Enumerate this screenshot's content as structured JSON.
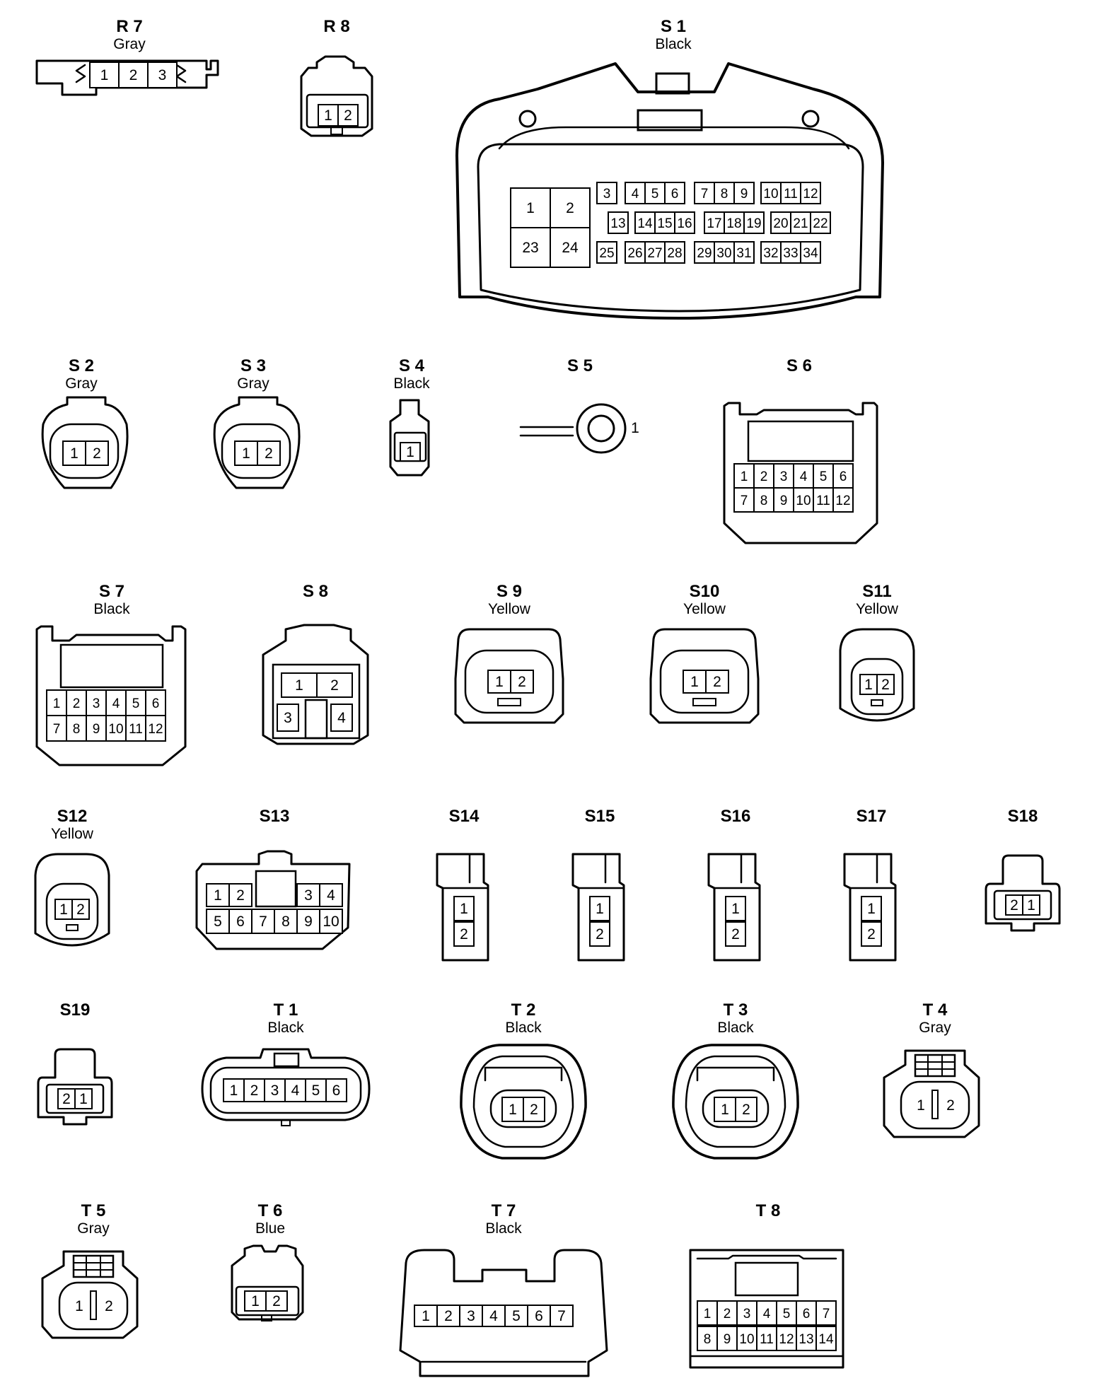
{
  "connectors": {
    "R7": {
      "id": "R 7",
      "color": "Gray",
      "pins": [
        "1",
        "2",
        "3"
      ]
    },
    "R8": {
      "id": "R 8",
      "color": "",
      "pins": [
        "1",
        "2"
      ]
    },
    "S1": {
      "id": "S 1",
      "color": "Black",
      "pins": [
        "1",
        "2",
        "3",
        "4",
        "5",
        "6",
        "7",
        "8",
        "9",
        "10",
        "11",
        "12",
        "13",
        "14",
        "15",
        "16",
        "17",
        "18",
        "19",
        "20",
        "21",
        "22",
        "23",
        "24",
        "25",
        "26",
        "27",
        "28",
        "29",
        "30",
        "31",
        "32",
        "33",
        "34"
      ]
    },
    "S2": {
      "id": "S 2",
      "color": "Gray",
      "pins": [
        "1",
        "2"
      ]
    },
    "S3": {
      "id": "S 3",
      "color": "Gray",
      "pins": [
        "1",
        "2"
      ]
    },
    "S4": {
      "id": "S 4",
      "color": "Black",
      "pins": [
        "1"
      ]
    },
    "S5": {
      "id": "S 5",
      "color": "",
      "pins": [
        "1"
      ]
    },
    "S6": {
      "id": "S 6",
      "color": "",
      "pins": [
        "1",
        "2",
        "3",
        "4",
        "5",
        "6",
        "7",
        "8",
        "9",
        "10",
        "11",
        "12"
      ]
    },
    "S7": {
      "id": "S 7",
      "color": "Black",
      "pins": [
        "1",
        "2",
        "3",
        "4",
        "5",
        "6",
        "7",
        "8",
        "9",
        "10",
        "11",
        "12"
      ]
    },
    "S8": {
      "id": "S 8",
      "color": "",
      "pins": [
        "1",
        "2",
        "3",
        "4"
      ]
    },
    "S9": {
      "id": "S 9",
      "color": "Yellow",
      "pins": [
        "1",
        "2"
      ]
    },
    "S10": {
      "id": "S10",
      "color": "Yellow",
      "pins": [
        "1",
        "2"
      ]
    },
    "S11": {
      "id": "S11",
      "color": "Yellow",
      "pins": [
        "1",
        "2"
      ]
    },
    "S12": {
      "id": "S12",
      "color": "Yellow",
      "pins": [
        "1",
        "2"
      ]
    },
    "S13": {
      "id": "S13",
      "color": "",
      "pins": [
        "1",
        "2",
        "3",
        "4",
        "5",
        "6",
        "7",
        "8",
        "9",
        "10"
      ]
    },
    "S14": {
      "id": "S14",
      "color": "",
      "pins": [
        "1",
        "2"
      ]
    },
    "S15": {
      "id": "S15",
      "color": "",
      "pins": [
        "1",
        "2"
      ]
    },
    "S16": {
      "id": "S16",
      "color": "",
      "pins": [
        "1",
        "2"
      ]
    },
    "S17": {
      "id": "S17",
      "color": "",
      "pins": [
        "1",
        "2"
      ]
    },
    "S18": {
      "id": "S18",
      "color": "",
      "pins": [
        "2",
        "1"
      ]
    },
    "S19": {
      "id": "S19",
      "color": "",
      "pins": [
        "2",
        "1"
      ]
    },
    "T1": {
      "id": "T 1",
      "color": "Black",
      "pins": [
        "1",
        "2",
        "3",
        "4",
        "5",
        "6"
      ]
    },
    "T2": {
      "id": "T 2",
      "color": "Black",
      "pins": [
        "1",
        "2"
      ]
    },
    "T3": {
      "id": "T 3",
      "color": "Black",
      "pins": [
        "1",
        "2"
      ]
    },
    "T4": {
      "id": "T 4",
      "color": "Gray",
      "pins": [
        "1",
        "2"
      ]
    },
    "T5": {
      "id": "T 5",
      "color": "Gray",
      "pins": [
        "1",
        "2"
      ]
    },
    "T6": {
      "id": "T 6",
      "color": "Blue",
      "pins": [
        "1",
        "2"
      ]
    },
    "T7": {
      "id": "T 7",
      "color": "Black",
      "pins": [
        "1",
        "2",
        "3",
        "4",
        "5",
        "6",
        "7"
      ]
    },
    "T8": {
      "id": "T 8",
      "color": "",
      "pins": [
        "1",
        "2",
        "3",
        "4",
        "5",
        "6",
        "7",
        "8",
        "9",
        "10",
        "11",
        "12",
        "13",
        "14"
      ]
    }
  }
}
